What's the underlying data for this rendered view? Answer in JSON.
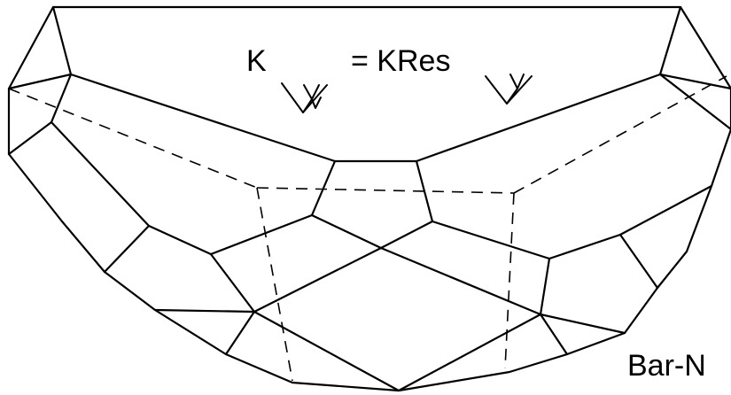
{
  "labels": {
    "k": "K",
    "equals_kres": "= KRes",
    "bottom_right": "Bar-N"
  }
}
